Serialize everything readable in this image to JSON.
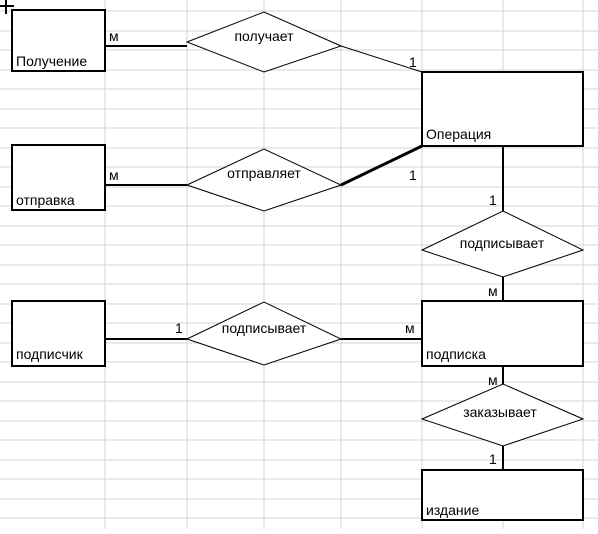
{
  "colors": {
    "background": "#ffffff",
    "grid": "#d4d4d4",
    "stroke": "#000000",
    "text": "#000000"
  },
  "entities": {
    "poluchenie": "Получение",
    "operatsiya": "Операция",
    "otpravka": "отправка",
    "podpischik": "подписчик",
    "podpiska": "подписка",
    "izdanie": "издание"
  },
  "relationships": {
    "poluchaet": "получает",
    "otpravlyaet": "отправляет",
    "podpisyvaet_top": "подписывает",
    "podpisyvaet_left": "подписывает",
    "zakazyvaet": "заказывает"
  },
  "cardinalities": {
    "poluchenie_side": "м",
    "poluchaet_operatsiya": "1",
    "otpravka_side": "м",
    "otpravlyaet_operatsiya": "1",
    "operatsiya_podpisyvaet": "1",
    "podpisyvaet_podpiska": "м",
    "podpischik_side": "1",
    "podpisyvaet_podpiska_left": "м",
    "podpiska_zakazyvaet": "м",
    "zakazyvaet_izdanie": "1"
  }
}
